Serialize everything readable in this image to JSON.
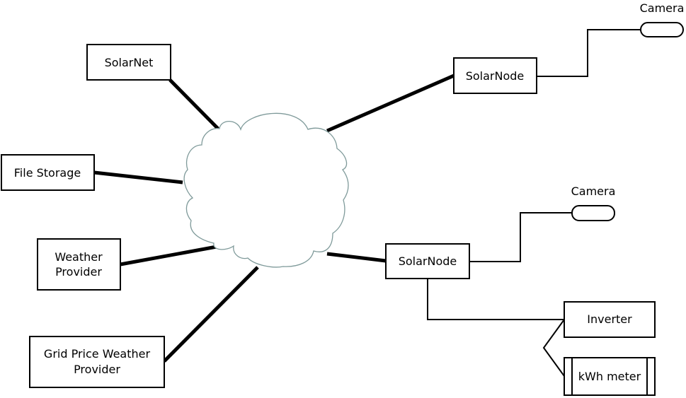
{
  "diagram": {
    "nodes": {
      "solarnet": {
        "label": "SolarNet"
      },
      "file_storage": {
        "label": "File Storage"
      },
      "weather_provider": {
        "line1": "Weather",
        "line2": "Provider"
      },
      "grid_price": {
        "line1": "Grid Price Weather",
        "line2": "Provider"
      },
      "solarnode_top": {
        "label": "SolarNode"
      },
      "solarnode_bottom": {
        "label": "SolarNode"
      },
      "camera_top": {
        "label": "Camera"
      },
      "camera_bottom": {
        "label": "Camera"
      },
      "inverter": {
        "label": "Inverter"
      },
      "kwh_meter": {
        "label": "kWh meter"
      }
    },
    "colors": {
      "line": "#000000",
      "cloud_stroke": "#7f9a9a",
      "cloud_fill": "#ffffff"
    }
  }
}
